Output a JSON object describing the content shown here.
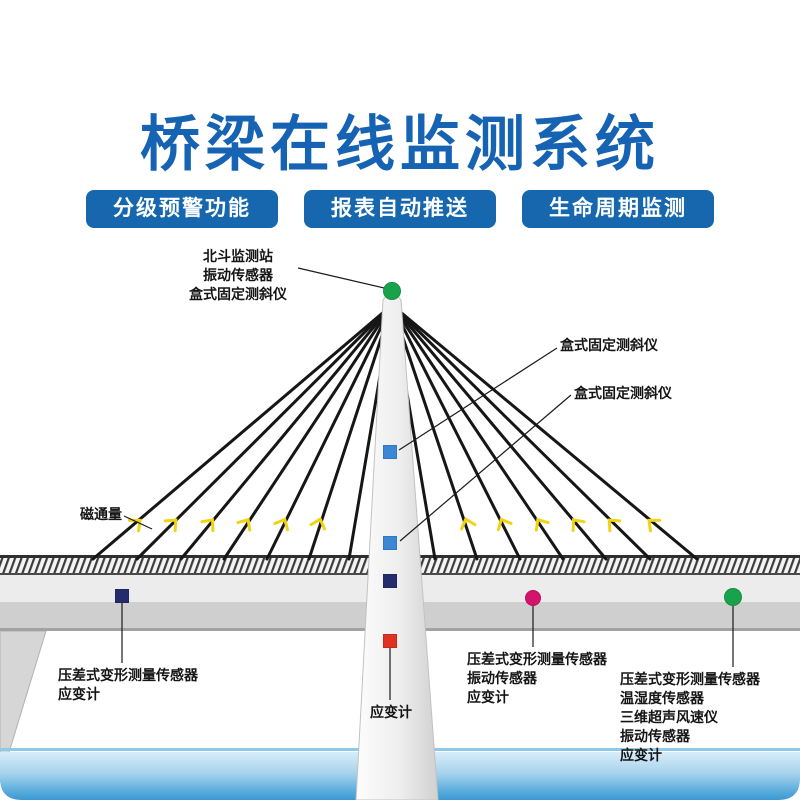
{
  "colors": {
    "title_blue": "#1563b2",
    "badge_blue": "#1767ae",
    "sensor_green": "#18a24b",
    "sensor_blue": "#3c86d6",
    "sensor_navy": "#242c6e",
    "sensor_red": "#e03222",
    "sensor_magenta": "#d4136c",
    "cable_marker_yellow": "#f0d414",
    "water_blue": "#3d98d3"
  },
  "header": {
    "title": "桥梁在线监测系统",
    "badges": [
      {
        "label": "分级预警功能"
      },
      {
        "label": "报表自动推送"
      },
      {
        "label": "生命周期监测"
      }
    ]
  },
  "diagram": {
    "labels": {
      "beidou_station": {
        "lines": [
          "北斗监测站",
          "振动传感器",
          "盒式固定测斜仪"
        ]
      },
      "inclinometer_upper": "盒式固定测斜仪",
      "inclinometer_lower": "盒式固定测斜仪",
      "magnetic_flux": "磁通量",
      "deck_left": {
        "lines": [
          "压差式变形测量传感器",
          "应变计"
        ]
      },
      "deck_mid": {
        "lines": [
          "压差式变形测量传感器",
          "振动传感器",
          "应变计"
        ]
      },
      "strain_center": "应变计",
      "deck_right": {
        "lines": [
          "压差式变形测量传感器",
          "温湿度传感器",
          "三维超声风速仪",
          "振动传感器",
          "应变计"
        ]
      }
    }
  }
}
